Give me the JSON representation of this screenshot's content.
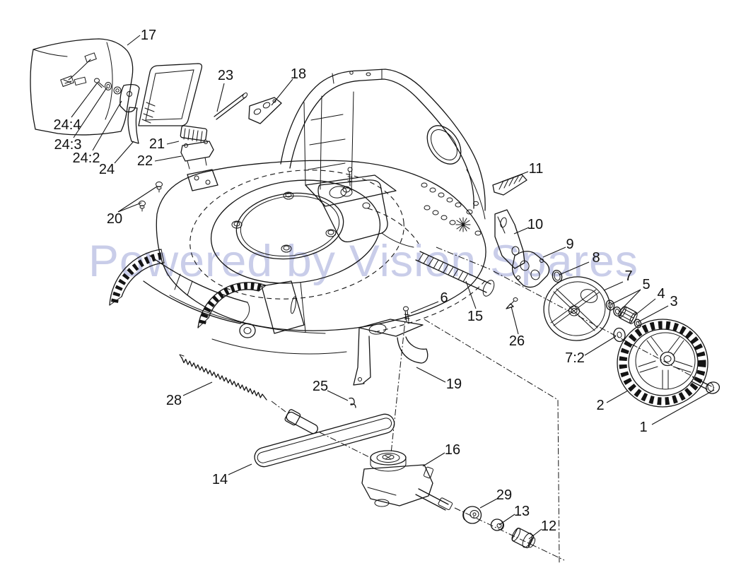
{
  "watermark": {
    "text": "Powered by Vision Spares",
    "color": "#c9cde9"
  },
  "colors": {
    "line": "#141414",
    "background": "#ffffff"
  },
  "part_labels": [
    {
      "text": "17"
    },
    {
      "text": "23"
    },
    {
      "text": "18"
    },
    {
      "text": "24:4"
    },
    {
      "text": "24:3"
    },
    {
      "text": "24:2"
    },
    {
      "text": "24"
    },
    {
      "text": "21"
    },
    {
      "text": "22"
    },
    {
      "text": "20"
    },
    {
      "text": "11"
    },
    {
      "text": "10"
    },
    {
      "text": "9"
    },
    {
      "text": "8"
    },
    {
      "text": "7"
    },
    {
      "text": "5"
    },
    {
      "text": "4"
    },
    {
      "text": "3"
    },
    {
      "text": "7:2"
    },
    {
      "text": "2"
    },
    {
      "text": "1"
    },
    {
      "text": "15"
    },
    {
      "text": "26"
    },
    {
      "text": "6"
    },
    {
      "text": "19"
    },
    {
      "text": "25"
    },
    {
      "text": "28"
    },
    {
      "text": "14"
    },
    {
      "text": "16"
    },
    {
      "text": "29"
    },
    {
      "text": "13"
    },
    {
      "text": "12"
    }
  ]
}
